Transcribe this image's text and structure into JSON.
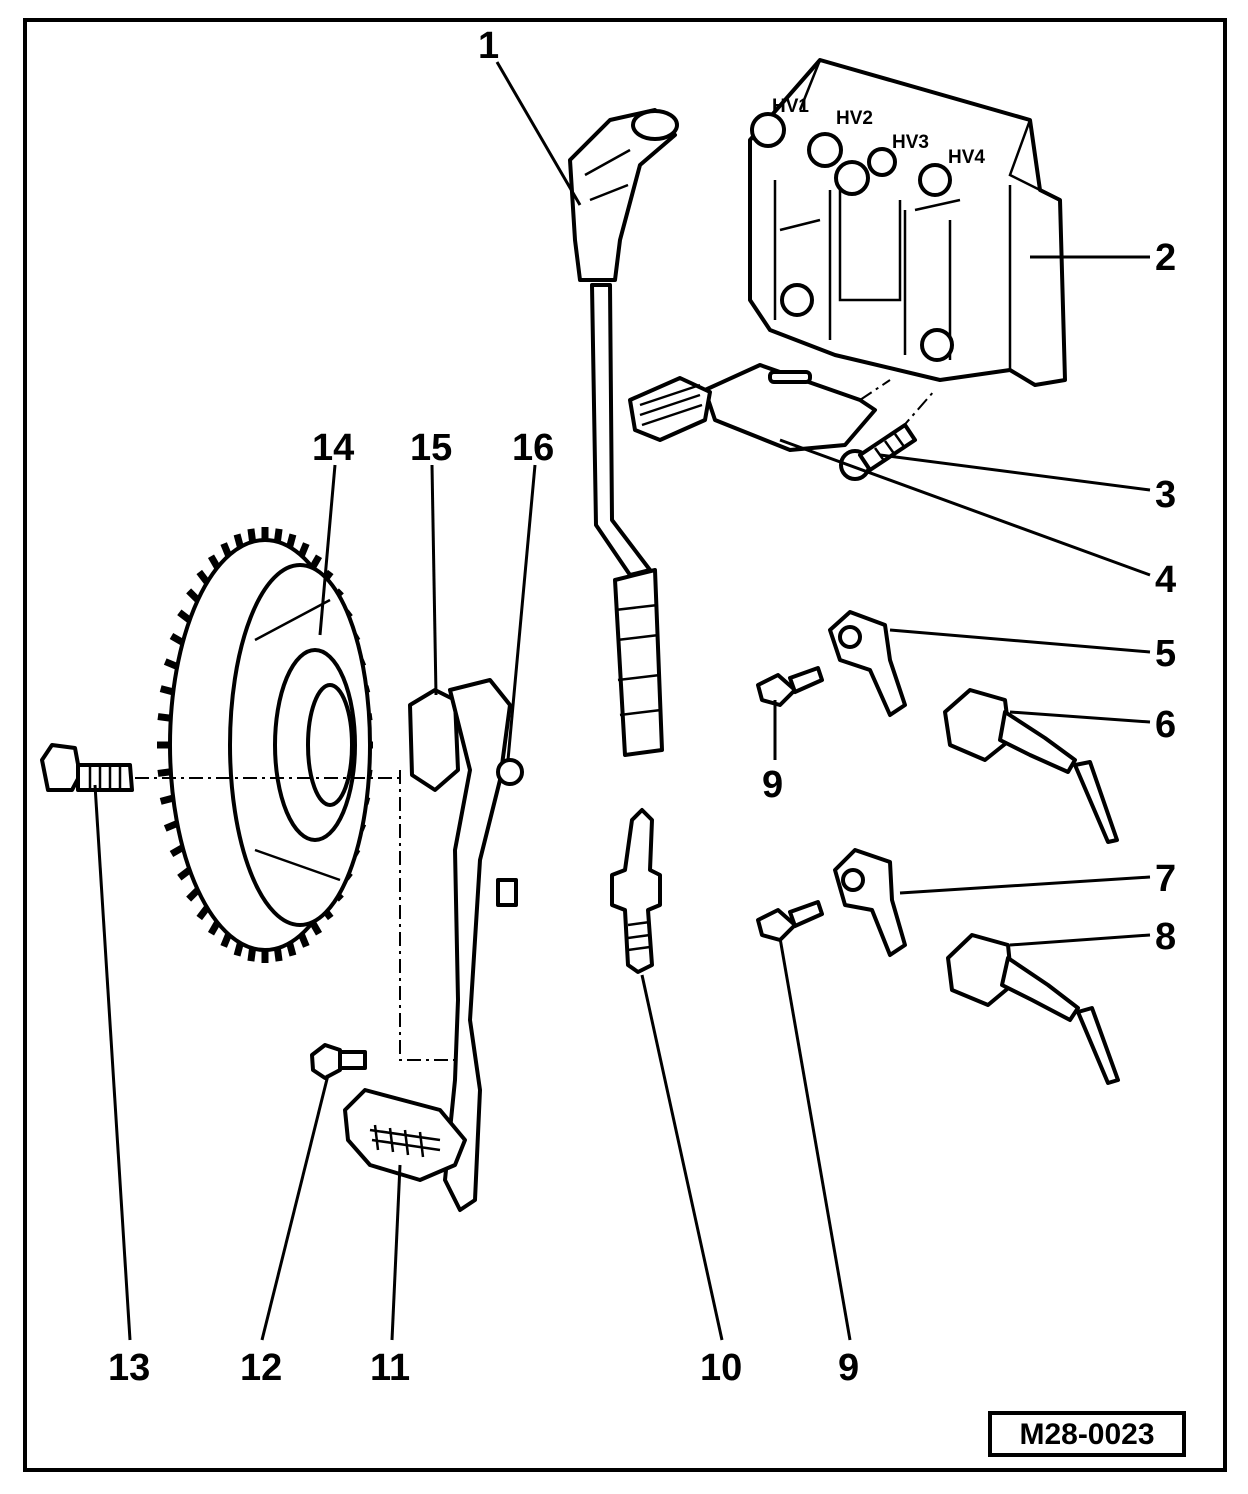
{
  "diagram": {
    "reference_code": "M28-0023",
    "coil_terminals": [
      "HV1",
      "HV2",
      "HV3",
      "HV4"
    ],
    "callouts": [
      "1",
      "2",
      "3",
      "4",
      "5",
      "6",
      "7",
      "8",
      "9",
      "9",
      "10",
      "11",
      "12",
      "13",
      "14",
      "15",
      "16"
    ]
  }
}
